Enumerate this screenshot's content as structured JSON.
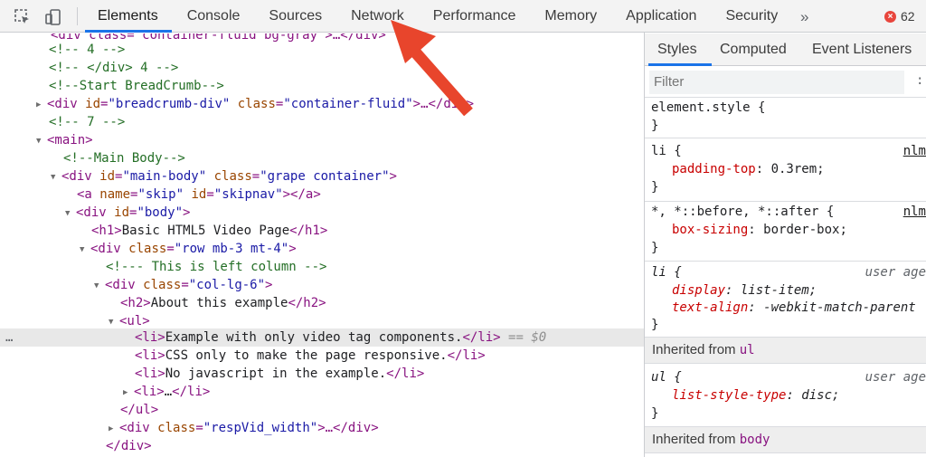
{
  "toolbar": {
    "tabs": [
      "Elements",
      "Console",
      "Sources",
      "Network",
      "Performance",
      "Memory",
      "Application",
      "Security"
    ],
    "more": "»",
    "error_count": "62",
    "error_icon": "×"
  },
  "tree": {
    "l0": "<div class=\"container-fluid bg-gray\">…</div>",
    "l1": "<!-- 4 -->",
    "l2": "<!--    </div>  4 -->",
    "l3": "<!--Start BreadCrumb-->",
    "l4": {
      "tag_open": "<div ",
      "a1": "id",
      "v1": "\"breadcrumb-div\"",
      "a2": "class",
      "v2": "\"container-fluid\"",
      "tail": ">…</div>"
    },
    "l5": "<!-- 7 -->",
    "l6": "<main>",
    "l7": "<!--Main Body-->",
    "l8": {
      "tag_open": "<div ",
      "a1": "id",
      "v1": "\"main-body\"",
      "a2": "class",
      "v2": "\"grape container\"",
      "tail": ">"
    },
    "l9": {
      "tag_open": "<a ",
      "a1": "name",
      "v1": "\"skip\"",
      "a2": "id",
      "v2": "\"skipnav\"",
      "tail": "></a>"
    },
    "l10": {
      "tag_open": "<div ",
      "a1": "id",
      "v1": "\"body\"",
      "tail": ">"
    },
    "l11": {
      "open": "<h1>",
      "text": "Basic HTML5 Video Page",
      "close": "</h1>"
    },
    "l12": {
      "tag_open": "<div ",
      "a1": "class",
      "v1": "\"row mb-3 mt-4\"",
      "tail": ">"
    },
    "l13": "<!--- This is left column -->",
    "l14": {
      "tag_open": "<div ",
      "a1": "class",
      "v1": "\"col-lg-6\"",
      "tail": ">"
    },
    "l15": {
      "open": "<h2>",
      "text": "About this example",
      "close": "</h2>"
    },
    "l16": "<ul>",
    "l17": {
      "open": "<li>",
      "text": "Example with only video tag components.",
      "close": "</li>",
      "marker": "== $0",
      "dots": "…"
    },
    "l18": {
      "open": "<li>",
      "text": "CSS only to make the page responsive.",
      "close": "</li>"
    },
    "l19": {
      "open": "<li>",
      "text": "No javascript in the example.",
      "close": "</li>"
    },
    "l20": {
      "open": "<li>",
      "text": "…",
      "close": "</li>"
    },
    "l21": "</ul>",
    "l22": {
      "tag_open": "<div ",
      "a1": "class",
      "v1": "\"respVid_width\"",
      "tail": ">…</div>"
    },
    "l23": "</div>"
  },
  "sidebar": {
    "tabs": [
      "Styles",
      "Computed",
      "Event Listeners"
    ],
    "filter_placeholder": "Filter",
    "filter_extra": ":",
    "rules": {
      "element_style": "element.style {",
      "close": "}",
      "li": {
        "selector": "li {",
        "src": "nlm",
        "prop": "padding-top",
        "value": "0.3rem;"
      },
      "star": {
        "selector": "*, *::before, *::after {",
        "src": "nlm",
        "prop": "box-sizing",
        "value": "border-box;"
      },
      "li_ua": {
        "selector": "li {",
        "src": "user age",
        "p1": "display",
        "v1": "list-item;",
        "p2": "text-align",
        "v2": "-webkit-match-parent"
      },
      "ul_ua": {
        "selector": "ul {",
        "src": "user age",
        "prop": "list-style-type",
        "value": "disc;"
      }
    },
    "inherited_ul": {
      "label": "Inherited from ",
      "tag": "ul"
    },
    "inherited_body": {
      "label": "Inherited from ",
      "tag": "body"
    }
  },
  "colors": {
    "accent": "#1a73e8",
    "arrow": "#e8452c",
    "error": "#e8453c"
  }
}
